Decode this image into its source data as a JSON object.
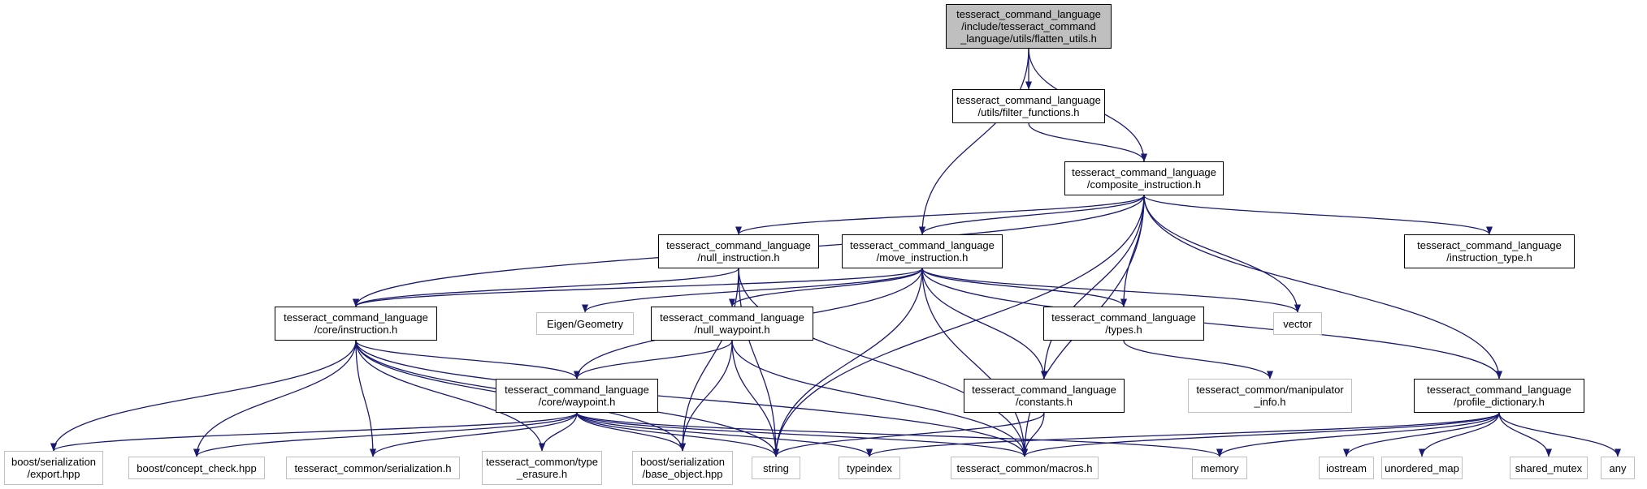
{
  "graph": {
    "edge_color": "#191970",
    "nodes": {
      "root": {
        "label": "tesseract_command_language\n/include/tesseract_command\n_language/utils/flatten_utils.h",
        "style": "root"
      },
      "filter": {
        "label": "tesseract_command_language\n/utils/filter_functions.h",
        "style": "bordered"
      },
      "composite": {
        "label": "tesseract_command_language\n/composite_instruction.h",
        "style": "bordered"
      },
      "null_instr": {
        "label": "tesseract_command_language\n/null_instruction.h",
        "style": "bordered"
      },
      "move_instr": {
        "label": "tesseract_command_language\n/move_instruction.h",
        "style": "bordered"
      },
      "instr_type": {
        "label": "tesseract_command_language\n/instruction_type.h",
        "style": "bordered"
      },
      "core_instr": {
        "label": "tesseract_command_language\n/core/instruction.h",
        "style": "bordered"
      },
      "eigen": {
        "label": "Eigen/Geometry",
        "style": "external"
      },
      "null_wp": {
        "label": "tesseract_command_language\n/null_waypoint.h",
        "style": "bordered"
      },
      "types": {
        "label": "tesseract_command_language\n/types.h",
        "style": "bordered"
      },
      "vector": {
        "label": "vector",
        "style": "external"
      },
      "core_wp": {
        "label": "tesseract_command_language\n/core/waypoint.h",
        "style": "bordered"
      },
      "constants": {
        "label": "tesseract_command_language\n/constants.h",
        "style": "bordered"
      },
      "manip": {
        "label": "tesseract_common/manipulator\n_info.h",
        "style": "external"
      },
      "profile": {
        "label": "tesseract_command_language\n/profile_dictionary.h",
        "style": "bordered"
      },
      "boost_export": {
        "label": "boost/serialization\n/export.hpp",
        "style": "external"
      },
      "boost_cc": {
        "label": "boost/concept_check.hpp",
        "style": "external"
      },
      "tc_serial": {
        "label": "tesseract_common/serialization.h",
        "style": "external"
      },
      "tc_type": {
        "label": "tesseract_common/type\n_erasure.h",
        "style": "external"
      },
      "boost_base": {
        "label": "boost/serialization\n/base_object.hpp",
        "style": "external"
      },
      "string": {
        "label": "string",
        "style": "external"
      },
      "typeindex": {
        "label": "typeindex",
        "style": "external"
      },
      "macros": {
        "label": "tesseract_common/macros.h",
        "style": "external"
      },
      "memory": {
        "label": "memory",
        "style": "external"
      },
      "iostream": {
        "label": "iostream",
        "style": "external"
      },
      "unordered_map": {
        "label": "unordered_map",
        "style": "external"
      },
      "shared_mutex": {
        "label": "shared_mutex",
        "style": "external"
      },
      "any": {
        "label": "any",
        "style": "external"
      }
    },
    "edges": [
      [
        "root",
        "filter"
      ],
      [
        "root",
        "composite"
      ],
      [
        "root",
        "move_instr"
      ],
      [
        "filter",
        "composite"
      ],
      [
        "composite",
        "null_instr"
      ],
      [
        "composite",
        "move_instr"
      ],
      [
        "composite",
        "instr_type"
      ],
      [
        "composite",
        "core_instr"
      ],
      [
        "composite",
        "types"
      ],
      [
        "composite",
        "vector"
      ],
      [
        "composite",
        "constants"
      ],
      [
        "composite",
        "profile"
      ],
      [
        "composite",
        "string"
      ],
      [
        "composite",
        "macros"
      ],
      [
        "null_instr",
        "core_instr"
      ],
      [
        "null_instr",
        "string"
      ],
      [
        "null_instr",
        "macros"
      ],
      [
        "null_instr",
        "boost_base"
      ],
      [
        "move_instr",
        "core_instr"
      ],
      [
        "move_instr",
        "eigen"
      ],
      [
        "move_instr",
        "null_wp"
      ],
      [
        "move_instr",
        "types"
      ],
      [
        "move_instr",
        "vector"
      ],
      [
        "move_instr",
        "core_wp"
      ],
      [
        "move_instr",
        "constants"
      ],
      [
        "move_instr",
        "profile"
      ],
      [
        "move_instr",
        "macros"
      ],
      [
        "move_instr",
        "string"
      ],
      [
        "core_instr",
        "core_wp"
      ],
      [
        "core_instr",
        "boost_export"
      ],
      [
        "core_instr",
        "boost_cc"
      ],
      [
        "core_instr",
        "tc_serial"
      ],
      [
        "core_instr",
        "tc_type"
      ],
      [
        "core_instr",
        "boost_base"
      ],
      [
        "core_instr",
        "string"
      ],
      [
        "core_instr",
        "macros"
      ],
      [
        "null_wp",
        "core_wp"
      ],
      [
        "null_wp",
        "boost_base"
      ],
      [
        "null_wp",
        "string"
      ],
      [
        "null_wp",
        "macros"
      ],
      [
        "types",
        "manip"
      ],
      [
        "core_wp",
        "boost_export"
      ],
      [
        "core_wp",
        "boost_cc"
      ],
      [
        "core_wp",
        "tc_serial"
      ],
      [
        "core_wp",
        "tc_type"
      ],
      [
        "core_wp",
        "boost_base"
      ],
      [
        "core_wp",
        "string"
      ],
      [
        "core_wp",
        "typeindex"
      ],
      [
        "core_wp",
        "macros"
      ],
      [
        "core_wp",
        "memory"
      ],
      [
        "constants",
        "string"
      ],
      [
        "constants",
        "macros"
      ],
      [
        "profile",
        "typeindex"
      ],
      [
        "profile",
        "macros"
      ],
      [
        "profile",
        "memory"
      ],
      [
        "profile",
        "iostream"
      ],
      [
        "profile",
        "unordered_map"
      ],
      [
        "profile",
        "shared_mutex"
      ],
      [
        "profile",
        "any"
      ]
    ]
  }
}
